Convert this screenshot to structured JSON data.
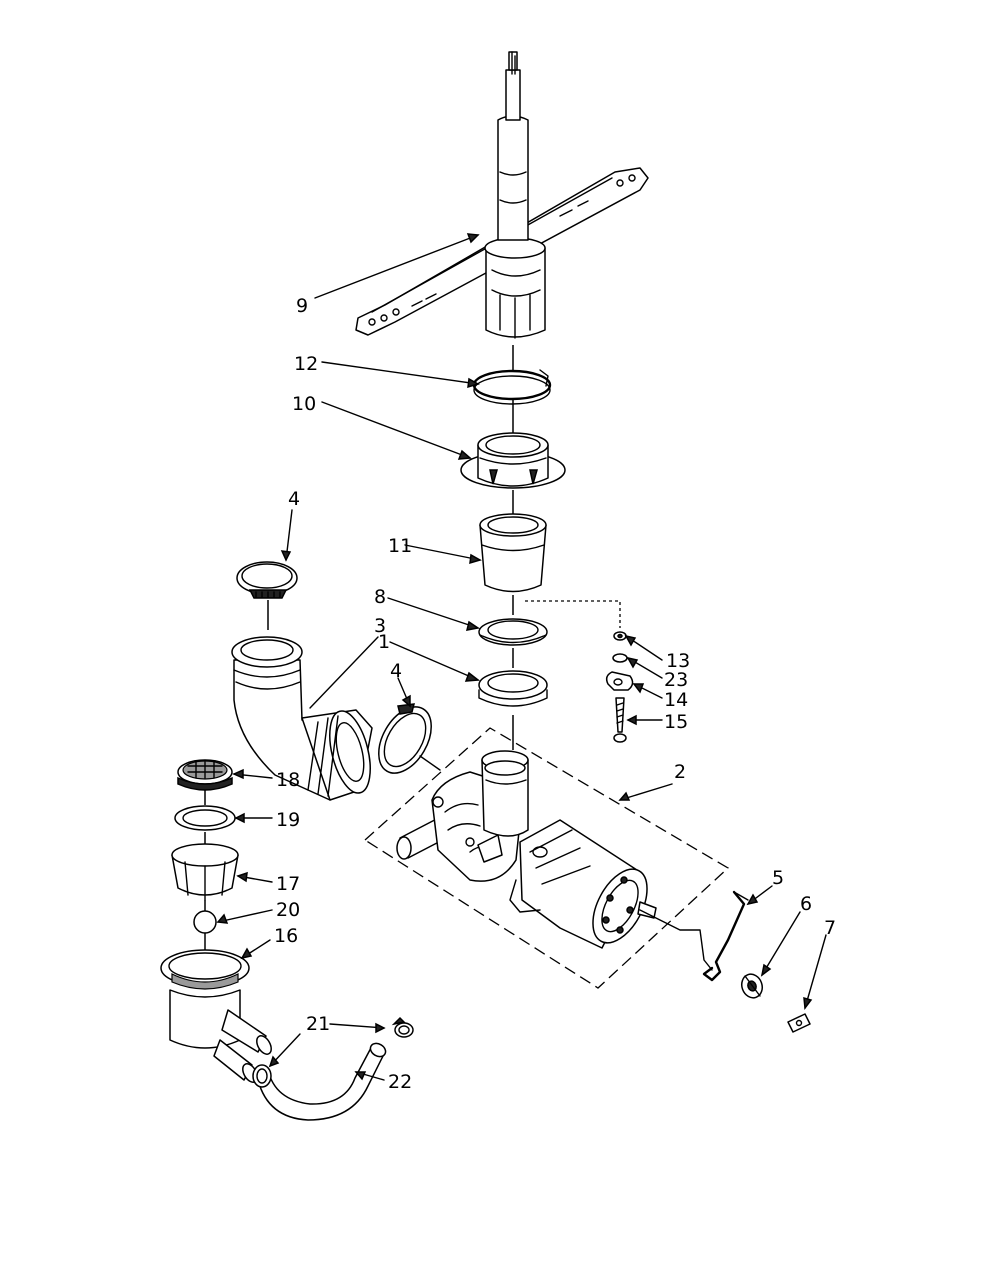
{
  "diagram": {
    "callouts": {
      "c9": "9",
      "c12": "12",
      "c10": "10",
      "c4a": "4",
      "c11": "11",
      "c3": "3",
      "c8": "8",
      "c1": "1",
      "c4b": "4",
      "c13": "13",
      "c23": "23",
      "c14": "14",
      "c15": "15",
      "c2": "2",
      "c18": "18",
      "c19": "19",
      "c17": "17",
      "c20": "20",
      "c16": "16",
      "c5": "5",
      "c6": "6",
      "c7": "7",
      "c21": "21",
      "c22": "22"
    }
  }
}
